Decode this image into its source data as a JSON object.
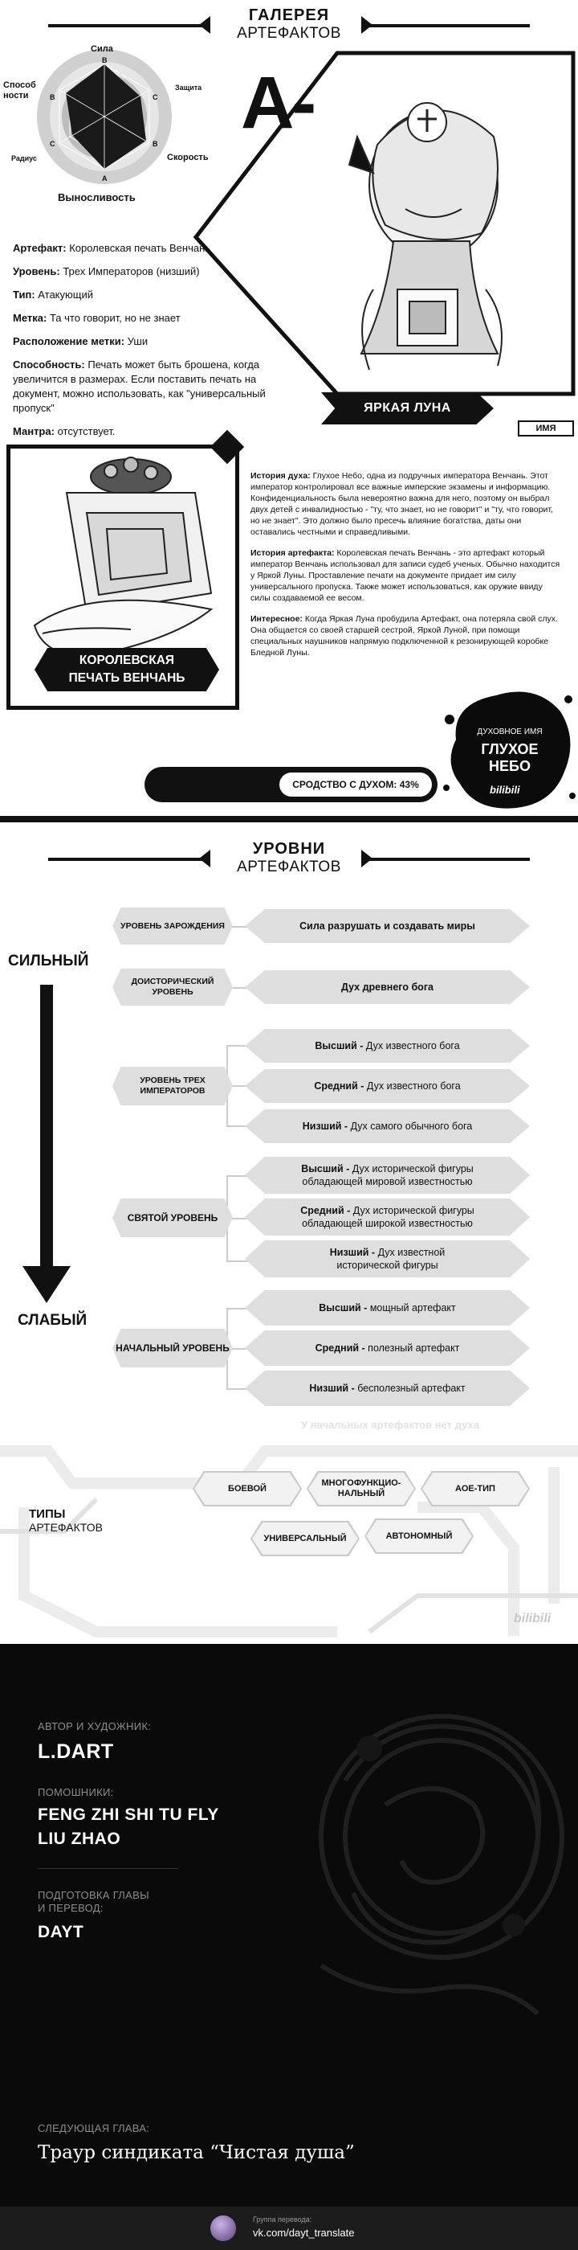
{
  "gallery": {
    "title_bold": "ГАЛЕРЕЯ",
    "title_sub": "АРТЕФАКТОВ",
    "rank": "A-"
  },
  "radar": {
    "top": "Сила",
    "top_right": "Защита",
    "right": "Скорость",
    "bottom": "Выносливость",
    "bottom_left": "Радиус",
    "left": "Способ ности",
    "grades": {
      "top": "B",
      "top_right": "C",
      "right": "B",
      "bottom": "A",
      "bottom_left": "C",
      "left": "B"
    }
  },
  "info": {
    "artifact_label": "Артефакт:",
    "artifact_value": "Королевская печать Венчань",
    "level_label": "Уровень:",
    "level_value": "Трех Императоров (низший)",
    "type_label": "Тип:",
    "type_value": "Атакующий",
    "mark_label": "Метка:",
    "mark_value": "Та что говорит, но не знает",
    "mark_pos_label": "Расположение метки:",
    "mark_pos_value": "Уши",
    "ability_label": "Способность:",
    "ability_value": "Печать может быть брошена, когда увеличится в размерах. Если поставить печать на документ, можно использовать, как \"универсальный пропуск\"",
    "mantra_label": "Мантра:",
    "mantra_value": "отсутствует."
  },
  "character": {
    "name": "ЯРКАЯ ЛУНА",
    "name_tag": "ИМЯ"
  },
  "artifact_card": {
    "name_line1": "КОРОЛЕВСКАЯ",
    "name_line2": "ПЕЧАТЬ ВЕНЧАНЬ"
  },
  "story": {
    "spirit_label": "История духа:",
    "spirit_text": "Глухое Небо, одна из подручных императора Венчань. Этот император контролировал все важные имперские экзамены и информацию. Конфиденциальность была невероятно важна для него, поэтому он выбрал двух детей с инвалидностью - \"ту, что знает, но не говорит\" и \"ту, что говорит, но не знает\". Это должно было пресечь влияние богатства, даты они оставались честными и справедливыми.",
    "artifact_label": "История артефакта:",
    "artifact_text": "Королевская печать Венчань - это артефакт который император Венчань использовал для записи судеб ученых. Обычно находится у Яркой Луны. Проставление печати на документе придает им силу универсального пропуска. Также может использоваться, как оружие ввиду силы создаваемой ее весом.",
    "fact_label": "Интересное:",
    "fact_text": "Когда Яркая Луна пробудила Артефакт, она потеряла свой слух. Она общается со своей старшей сестрой, Яркой Луной, при помощи специальных наушников напрямую подключенной к резонирующей коробке Бледной Луны."
  },
  "spirit_name": {
    "label": "ДУХОВНОЕ ИМЯ",
    "line1": "ГЛУХОЕ",
    "line2": "НЕБО",
    "watermark": "bilibili"
  },
  "spirit_bar": {
    "text": "СРОДСТВО С ДУХОМ: 43%",
    "percent": 43
  },
  "levels": {
    "title_bold": "УРОВНИ",
    "title_sub": "АРТЕФАКТОВ",
    "strong": "СИЛЬНЫЙ",
    "weak": "СЛАБЫЙ",
    "origin_tag": "УРОВЕНЬ ЗАРОЖДЕНИЯ",
    "origin_desc": "Сила разрушать и создавать миры",
    "prehist_tag": "ДОИСТОРИЧЕСКИЙ УРОВЕНЬ",
    "prehist_desc": "Дух древнего бога",
    "three_tag": "УРОВЕНЬ ТРЕХ ИМПЕРАТОРОВ",
    "three_high_b": "Высший -",
    "three_high": " Дух известного бога",
    "three_mid_b": "Средний -",
    "three_mid": " Дух известного бога",
    "three_low_b": "Низший -",
    "three_low": " Дух самого обычного бога",
    "saint_tag": "СВЯТОЙ УРОВЕНЬ",
    "saint_high_b": "Высший -",
    "saint_high": " Дух исторической фигуры обладающей мировой известностью",
    "saint_mid_b": "Средний -",
    "saint_mid": " Дух исторической фигуры обладающей широкой известностью",
    "saint_low_b": "Низший -",
    "saint_low": " Дух известной исторической фигуры",
    "init_tag": "НАЧАЛЬНЫЙ УРОВЕНЬ",
    "init_high_b": "Высший -",
    "init_high": " мощный артефакт",
    "init_mid_b": "Средний -",
    "init_mid": " полезный артефакт",
    "init_low_b": "Низший -",
    "init_low": " бесполезный артефакт",
    "note": "У начальных артефактов нет духа"
  },
  "types": {
    "title_bold": "ТИПЫ",
    "title_sub": "АРТЕФАКТОВ",
    "combat": "БОЕВОЙ",
    "multi": "МНОГОФУНКЦИО- НАЛЬНЫЙ",
    "aoe": "АОЕ-ТИП",
    "universal": "УНИВЕРСАЛЬНЫЙ",
    "auto": "АВТОНОМНЫЙ",
    "watermark": "bilibili"
  },
  "credits": {
    "author_label": "АВТОР И ХУДОЖНИК:",
    "author": "L.DART",
    "helpers_label": "ПОМОШНИКИ:",
    "helper1": "FENG ZHI SHI TU FLY",
    "helper2": "LIU ZHAO",
    "prep_label1": "ПОДГОТОВКА ГЛАВЫ",
    "prep_label2": "И ПЕРЕВОД:",
    "prep": "DAYT",
    "next_label": "СЛЕДУЮЩАЯ ГЛАВА:",
    "next_title": "Траур синдиката “Чистая душа”",
    "group_label": "Группа перевода:",
    "group_link": "vk.com/dayt_translate"
  }
}
